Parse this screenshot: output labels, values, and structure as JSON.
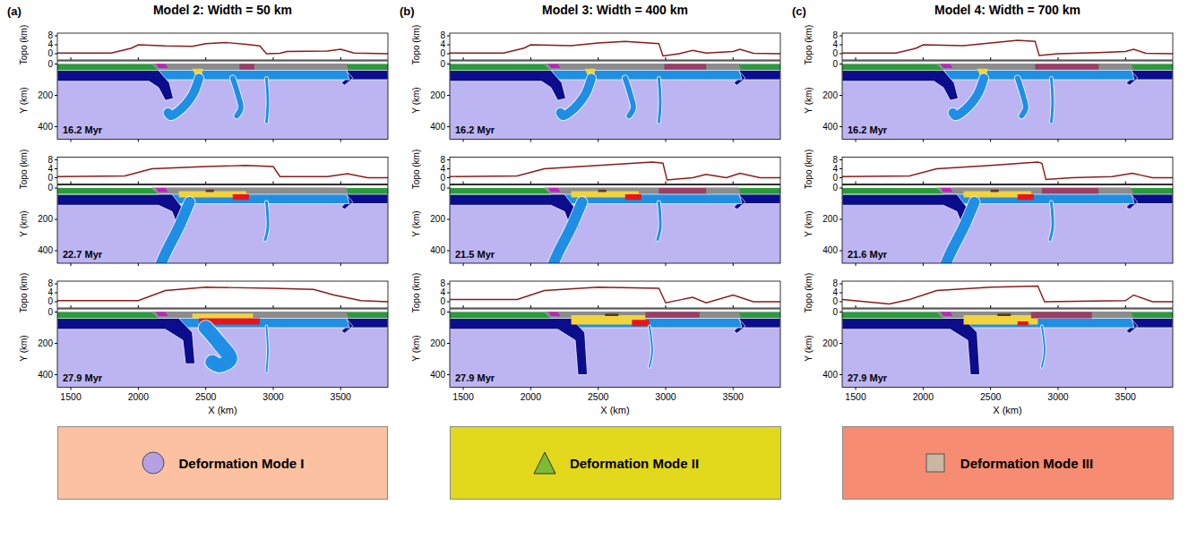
{
  "diagram": {
    "nodes": [
      {
        "text": [
          "Deformation Mode I"
        ]
      },
      {
        "text": [
          "Deformation Mode II"
        ]
      },
      {
        "text": [
          "Deformation Mode III"
        ]
      }
    ],
    "labels": [
      "(a)",
      "Model 2: Width = 50 km",
      "Topo (km)",
      "8",
      "4",
      "0",
      "0",
      "200",
      "400",
      "Y (km)",
      "16.2 Myr",
      "Topo (km)",
      "8",
      "4",
      "0",
      "0",
      "200",
      "400",
      "Y (km)",
      "22.7 Myr",
      "Topo (km)",
      "8",
      "4",
      "0",
      "0",
      "200",
      "400",
      "Y (km)",
      "27.9 Myr",
      "1500",
      "2000",
      "2500",
      "3000",
      "3500",
      "X (km)",
      "(b)",
      "Model 3: Width = 400 km",
      "Topo (km)",
      "8",
      "4",
      "0",
      "0",
      "200",
      "400",
      "Y (km)",
      "16.2 Myr",
      "Topo (km)",
      "8",
      "4",
      "0",
      "0",
      "200",
      "400",
      "Y (km)",
      "21.5 Myr",
      "Topo (km)",
      "8",
      "4",
      "0",
      "0",
      "200",
      "400",
      "Y (km)",
      "27.9 Myr",
      "1500",
      "2000",
      "2500",
      "3000",
      "3500",
      "X (km)",
      "(c)",
      "Model 4: Width = 700 km",
      "Topo (km)",
      "8",
      "4",
      "0",
      "0",
      "200",
      "400",
      "Y (km)",
      "16.2 Myr",
      "Topo (km)",
      "8",
      "4",
      "0",
      "0",
      "200",
      "400",
      "Y (km)",
      "21.6 Myr",
      "Topo (km)",
      "8",
      "4",
      "0",
      "0",
      "200",
      "400",
      "Y (km)",
      "27.9 Myr",
      "1500",
      "2000",
      "2500",
      "3000",
      "3500",
      "X (km)"
    ]
  }
}
